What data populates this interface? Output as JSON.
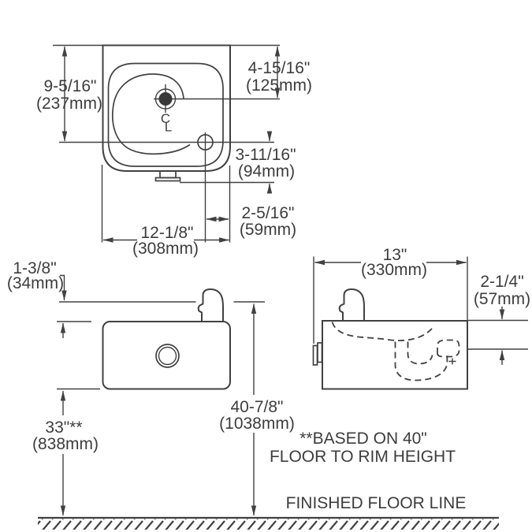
{
  "drawing": {
    "type": "drinking-fountain-dimensional-drawing",
    "colors": {
      "line": "#414141",
      "text": "#3d3d3d",
      "background": "#ffffff"
    }
  },
  "top_view": {
    "depth_in": "9-5/16\"",
    "depth_mm": "(237mm)",
    "bubbler_offset_in": "4-15/16\"",
    "bubbler_offset_mm": "(125mm)",
    "drain_to_front_in": "3-11/16\"",
    "drain_to_front_mm": "(94mm)",
    "drain_to_side_in": "2-5/16\"",
    "drain_to_side_mm": "(59mm)",
    "width_in": "12-1/8\"",
    "width_mm": "(308mm)",
    "centerline_c": "C",
    "centerline_l": "L"
  },
  "front_view": {
    "bubbler_height_in": "1-3/8\"",
    "bubbler_height_mm": "(34mm)",
    "floor_to_bottom_in": "33\"**",
    "floor_to_bottom_mm": "(838mm)",
    "floor_to_rim_in": "40-7/8\"",
    "floor_to_rim_mm": "(1038mm)"
  },
  "side_view": {
    "depth_in": "13\"",
    "depth_mm": "(330mm)",
    "rim_to_outlet_in": "2-1/4\"",
    "rim_to_outlet_mm": "(57mm)"
  },
  "notes": {
    "footnote_line1": "**BASED ON 40\"",
    "footnote_line2": "FLOOR TO RIM HEIGHT",
    "floor_line_label": "FINISHED FLOOR LINE"
  }
}
